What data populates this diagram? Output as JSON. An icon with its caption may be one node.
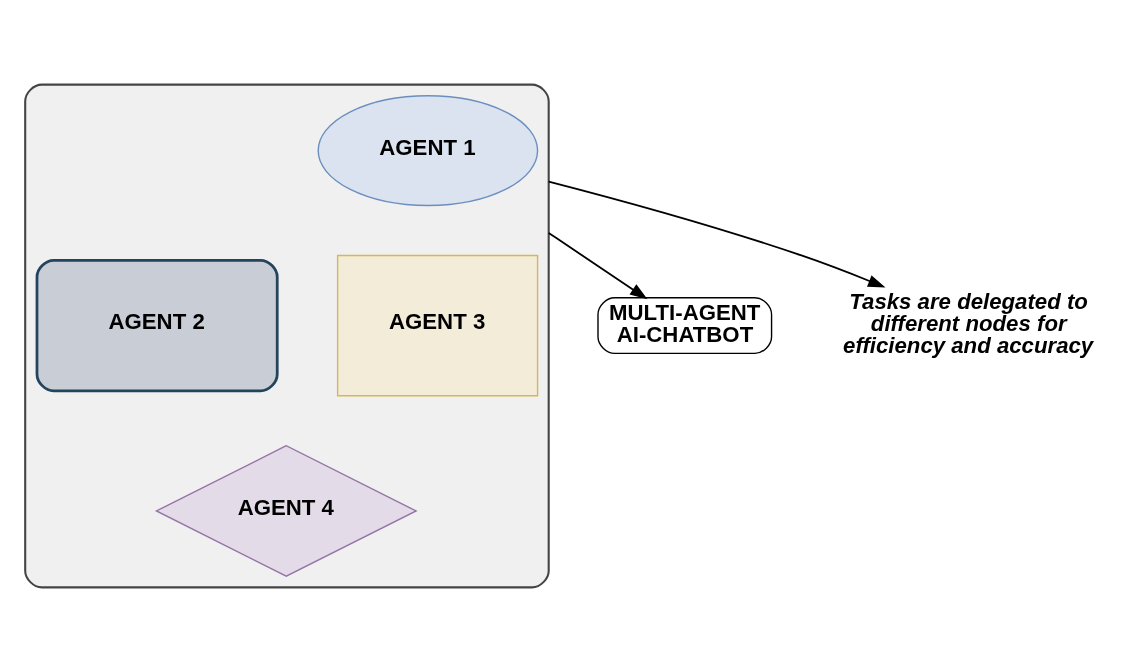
{
  "diagram": {
    "nodes": [
      {
        "text": [
          "MULTI-AGENT AI-CHATBOT"
        ]
      },
      {
        "text": [],
        "shape": "ellipse"
      },
      {
        "text": [
          "AGENT 1"
        ],
        "in": 1
      },
      {
        "text": [
          "AGENT 2"
        ],
        "in": 1
      },
      {
        "text": [
          "AGENT 3"
        ],
        "in": 1
      },
      {
        "text": [
          "AGENT 4"
        ],
        "in": 1
      },
      {
        "text": [
          "Tasks are delegated to different nodes for efficiency and accuracy"
        ]
      }
    ],
    "edges": [
      {
        "from": 1,
        "to": 0,
        "arrow": "to"
      },
      {
        "from": 1,
        "to": 6,
        "arrow": "to"
      }
    ]
  }
}
